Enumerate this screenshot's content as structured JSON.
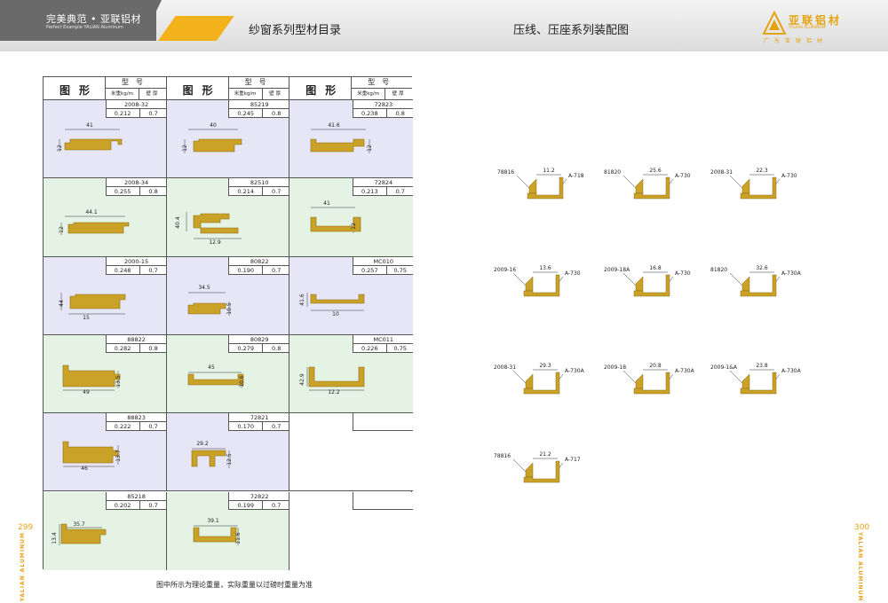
{
  "header": {
    "brand_cn": "完美典范 • 亚联铝材",
    "brand_en": "Perfect Example YALIAN Aluminum",
    "catalog_title": "纱窗系列型材目录",
    "assembly_title": "压线、压座系列装配图",
    "logo_cn": "亚联铝材",
    "logo_en": "YALIAN ALUMINUM",
    "logo_tag": "广东亚联铝材"
  },
  "pages": {
    "left": "299",
    "right": "300",
    "brand_vertical": "YALIAN ALUMINUM"
  },
  "table_header": {
    "shape": "图形",
    "model": "型号",
    "weight": "米重kg/m",
    "wall": "壁厚"
  },
  "profiles": [
    [
      {
        "model": "2008-32",
        "weight": "0.212",
        "wall": "0.7",
        "dims": [
          "41",
          "12"
        ]
      },
      {
        "model": "85219",
        "weight": "0.245",
        "wall": "0.8",
        "dims": [
          "40",
          "12"
        ]
      },
      {
        "model": "72823",
        "weight": "0.238",
        "wall": "0.8",
        "dims": [
          "41.6",
          "12"
        ]
      }
    ],
    [
      {
        "model": "2008-34",
        "weight": "0.255",
        "wall": "0.8",
        "dims": [
          "44.1",
          "12"
        ]
      },
      {
        "model": "82510",
        "weight": "0.214",
        "wall": "0.7",
        "dims": [
          "12.9",
          "40.4"
        ]
      },
      {
        "model": "72824",
        "weight": "0.213",
        "wall": "0.7",
        "dims": [
          "41",
          "12"
        ]
      }
    ],
    [
      {
        "model": "2000-15",
        "weight": "0.248",
        "wall": "0.7",
        "dims": [
          "15",
          "44"
        ]
      },
      {
        "model": "80822",
        "weight": "0.190",
        "wall": "0.7",
        "dims": [
          "34.5",
          "10.5"
        ]
      },
      {
        "model": "MC010",
        "weight": "0.257",
        "wall": "0.75",
        "dims": [
          "10",
          "41.6"
        ]
      }
    ],
    [
      {
        "model": "88822",
        "weight": "0.282",
        "wall": "0.8",
        "dims": [
          "49",
          "13.5"
        ]
      },
      {
        "model": "80829",
        "weight": "0.279",
        "wall": "0.8",
        "dims": [
          "45",
          "10.6"
        ]
      },
      {
        "model": "MC011",
        "weight": "0.226",
        "wall": "0.75",
        "dims": [
          "12.2",
          "42.9"
        ]
      }
    ],
    [
      {
        "model": "88823",
        "weight": "0.222",
        "wall": "0.7",
        "dims": [
          "46",
          "13.7"
        ]
      },
      {
        "model": "72821",
        "weight": "0.170",
        "wall": "0.7",
        "dims": [
          "29.2",
          "12.5"
        ]
      },
      null
    ],
    [
      {
        "model": "85218",
        "weight": "0.202",
        "wall": "0.7",
        "dims": [
          "35.7",
          "13.4"
        ]
      },
      {
        "model": "72822",
        "weight": "0.199",
        "wall": "0.7",
        "dims": [
          "39.1",
          "11.6"
        ]
      },
      null
    ]
  ],
  "assemblies": [
    {
      "left": "78816",
      "width": "11.2",
      "right": "A-718"
    },
    {
      "left": "81820",
      "width": "25.6",
      "right": "A-730"
    },
    {
      "left": "2008-31",
      "width": "22.3",
      "right": "A-730"
    },
    {
      "left": "2009-16",
      "width": "13.6",
      "right": "A-730"
    },
    {
      "left": "2009-18A",
      "width": "16.8",
      "right": "A-730"
    },
    {
      "left": "81820",
      "width": "32.6",
      "right": "A-730A"
    },
    {
      "left": "2008-31",
      "width": "29.3",
      "right": "A-730A"
    },
    {
      "left": "2009-18",
      "width": "20.8",
      "right": "A-730A"
    },
    {
      "left": "2009-1&A",
      "width": "23.8",
      "right": "A-730A"
    },
    {
      "left": "78816",
      "width": "21.2",
      "right": "A-717"
    }
  ],
  "footnote": "图中所示为理论重量，实际重量以过磅时重量为准",
  "colors": {
    "accent": "#f3b21c",
    "profile": "#c9a227",
    "cell_lavender": "#e7e6f6",
    "cell_green": "#e4f3e4",
    "header_dark": "#6a6a6a"
  }
}
